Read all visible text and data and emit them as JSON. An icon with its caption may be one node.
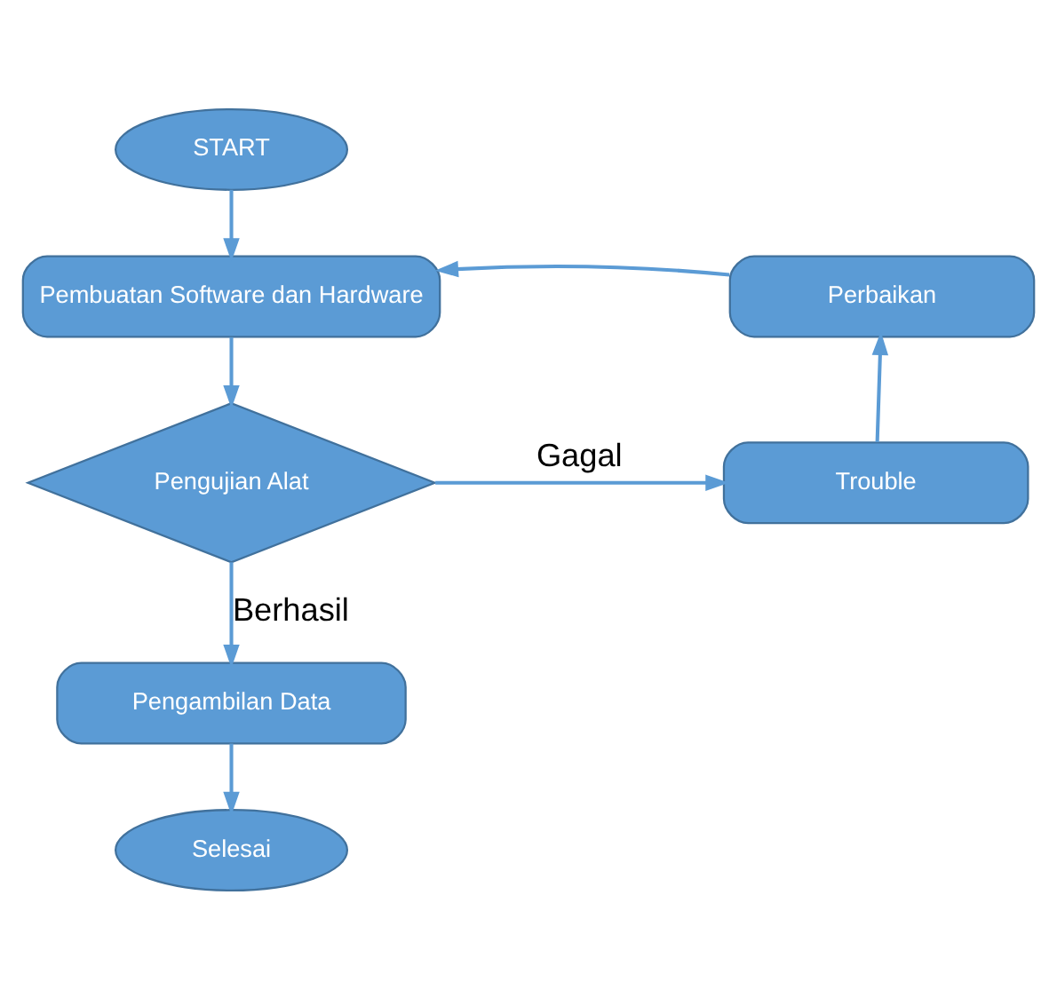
{
  "diagram": {
    "nodes": [
      {
        "text": [
          "START"
        ]
      },
      {
        "text": [
          "Pembuatan Software dan Hardware"
        ]
      },
      {
        "text": [
          "Pengujian Alat"
        ]
      },
      {
        "text": [
          "Trouble"
        ]
      },
      {
        "text": [
          "Perbaikan"
        ]
      },
      {
        "text": [
          "Pengambilan Data"
        ]
      },
      {
        "text": [
          "Selesai"
        ]
      }
    ],
    "edges": [
      {
        "from": 0,
        "to": 1,
        "arrow": "to"
      },
      {
        "from": 1,
        "to": 2,
        "arrow": "to"
      },
      {
        "from": 2,
        "to": 3,
        "arrow": "to",
        "label": "Gagal"
      },
      {
        "from": 3,
        "to": 4,
        "arrow": "to"
      },
      {
        "from": 4,
        "to": 1,
        "arrow": "to"
      },
      {
        "from": 2,
        "to": 5,
        "arrow": "to",
        "label": "Berhasil"
      },
      {
        "from": 5,
        "to": 6,
        "arrow": "to"
      }
    ]
  }
}
